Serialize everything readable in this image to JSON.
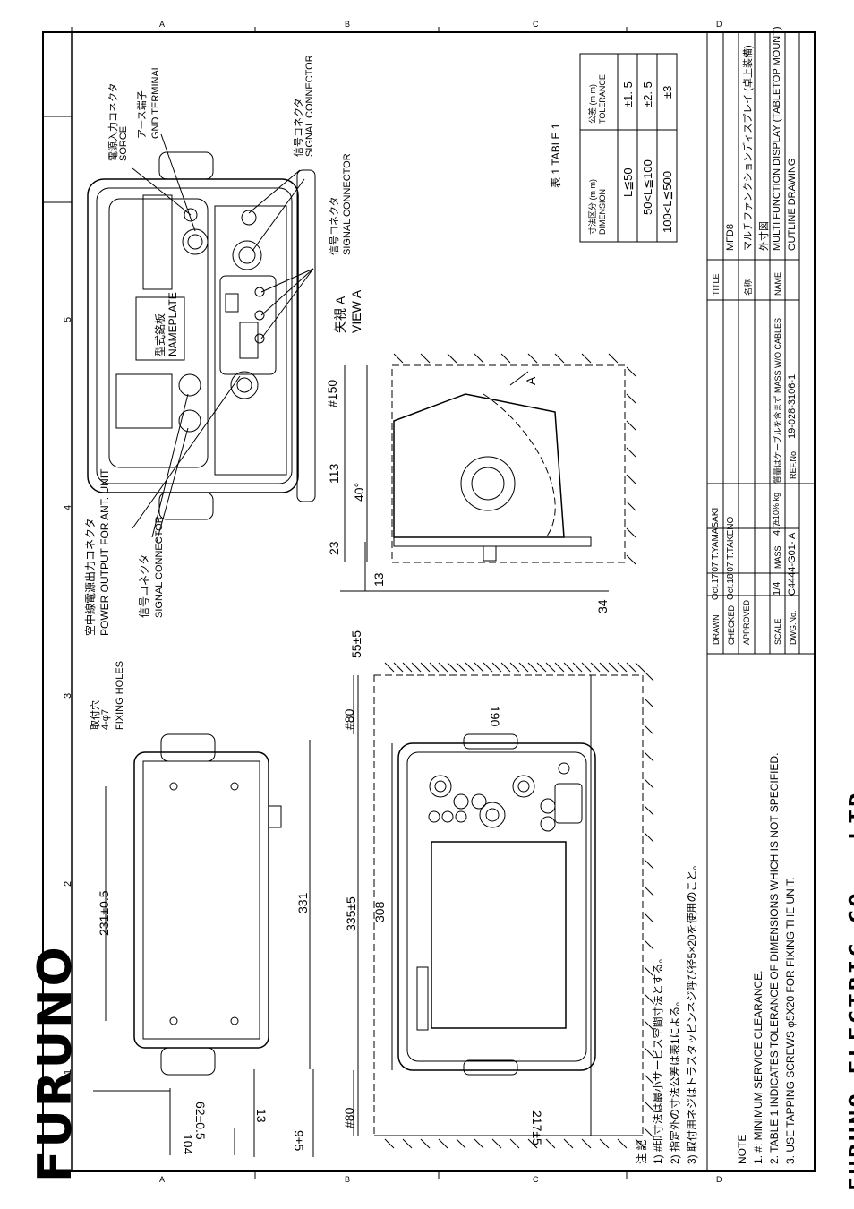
{
  "logo": "FURUNO",
  "company": "FURUNO ELECTRIC CO., LTD.",
  "grid_letters": [
    "A",
    "B",
    "C",
    "D"
  ],
  "grid_numbers": [
    "1",
    "2",
    "3",
    "4",
    "5"
  ],
  "title_block": {
    "drawn_label": "DRAWN",
    "drawn_value": "Oct.17'07 T.YAMASAKI",
    "checked_label": "CHECKED",
    "checked_value": "Oct.18'07 T.TAKENO",
    "approved_label": "APPROVED",
    "scale_label": "SCALE",
    "scale_value": "1/4",
    "mass_label": "MASS",
    "mass_value": "4.7",
    "mass_unit": "±10% kg",
    "mass_note": "質量はケーブルを含まず MASS W/O CABLES",
    "dwg_label": "DWG.No.",
    "dwg_value": "C4444-G01- A",
    "ref_label": "REF.No.",
    "ref_value": "19-028-3106-1",
    "title_label": "TITLE",
    "title_value": "MFD8",
    "name_jp_label": "名称",
    "name_jp_1": "マルチファンクションディスプレイ (卓上装備)",
    "name_jp_2": "外寸図",
    "name_label": "NAME",
    "name_en_1": "MULTI FUNCTION DISPLAY (TABLETOP MOUNT)",
    "name_en_2": "OUTLINE DRAWING"
  },
  "tolerance_table": {
    "caption": "表 1 TABLE 1",
    "header_dim": "寸法区分 (m m) DIMENSION",
    "header_tol": "公差 (m m) TOLERANCE",
    "rows": [
      {
        "dim": "L≦50",
        "tol": "±1. 5"
      },
      {
        "dim": "50<L≦100",
        "tol": "±2. 5"
      },
      {
        "dim": "100<L≦500",
        "tol": "±3"
      }
    ]
  },
  "notes": {
    "jp_title": "注 記",
    "jp_lines": [
      "1) #印寸法は最小サービス空間寸法とする。",
      "2) 指定外の寸法公差は表1による。",
      "3) 取付用ネジはトラスタッピンネジ呼び径5×20を使用のこと。"
    ],
    "en_title": "NOTE",
    "en_lines": [
      "1. #: MINIMUM SERVICE CLEARANCE.",
      "2. TABLE 1 INDICATES TOLERANCE OF DIMENSIONS WHICH IS NOT SPECIFIED.",
      "3. USE TAPPING SCREWS φ5X20 FOR FIXING THE UNIT."
    ]
  },
  "labels": {
    "power_in_jp": "電源入力コネクタ",
    "power_in_en": "SORCE",
    "gnd_jp": "アース端子",
    "gnd_en": "GND TERMINAL",
    "signal1_jp": "信号コネクタ",
    "signal1_en": "SIGNAL CONNECTOR",
    "signal2_jp": "信号コネクタ",
    "signal2_en": "SIGNAL CONNECTOR",
    "signal3_jp": "信号コネクタ",
    "signal3_en": "SIGNAL CONNECTOR",
    "nameplate_jp": "型式銘板",
    "nameplate_en": "NAMEPLATE",
    "ant_jp": "空中線電源出力コネクタ",
    "ant_en": "POWER OUTPUT FOR ANT. UNIT",
    "view_jp": "矢視 A",
    "view_en": "VIEW A",
    "fixing_jp": "取付穴",
    "fixing_num": "4-φ7",
    "fixing_en": "FIXING HOLES",
    "arrow_a": "A"
  },
  "dimensions": {
    "d231": "231±0.5",
    "d331": "331",
    "d104": "104",
    "d62": "62±0.5",
    "d13a": "13",
    "d9": "9±5",
    "d80a": "#80",
    "d80b": "#80",
    "d190": "190",
    "d335": "335±5",
    "d308": "308",
    "d217": "217±5",
    "d150": "#150",
    "d113": "113",
    "d40": "40°",
    "d23": "23",
    "d13b": "13",
    "d55": "55±5",
    "d34": "34"
  }
}
